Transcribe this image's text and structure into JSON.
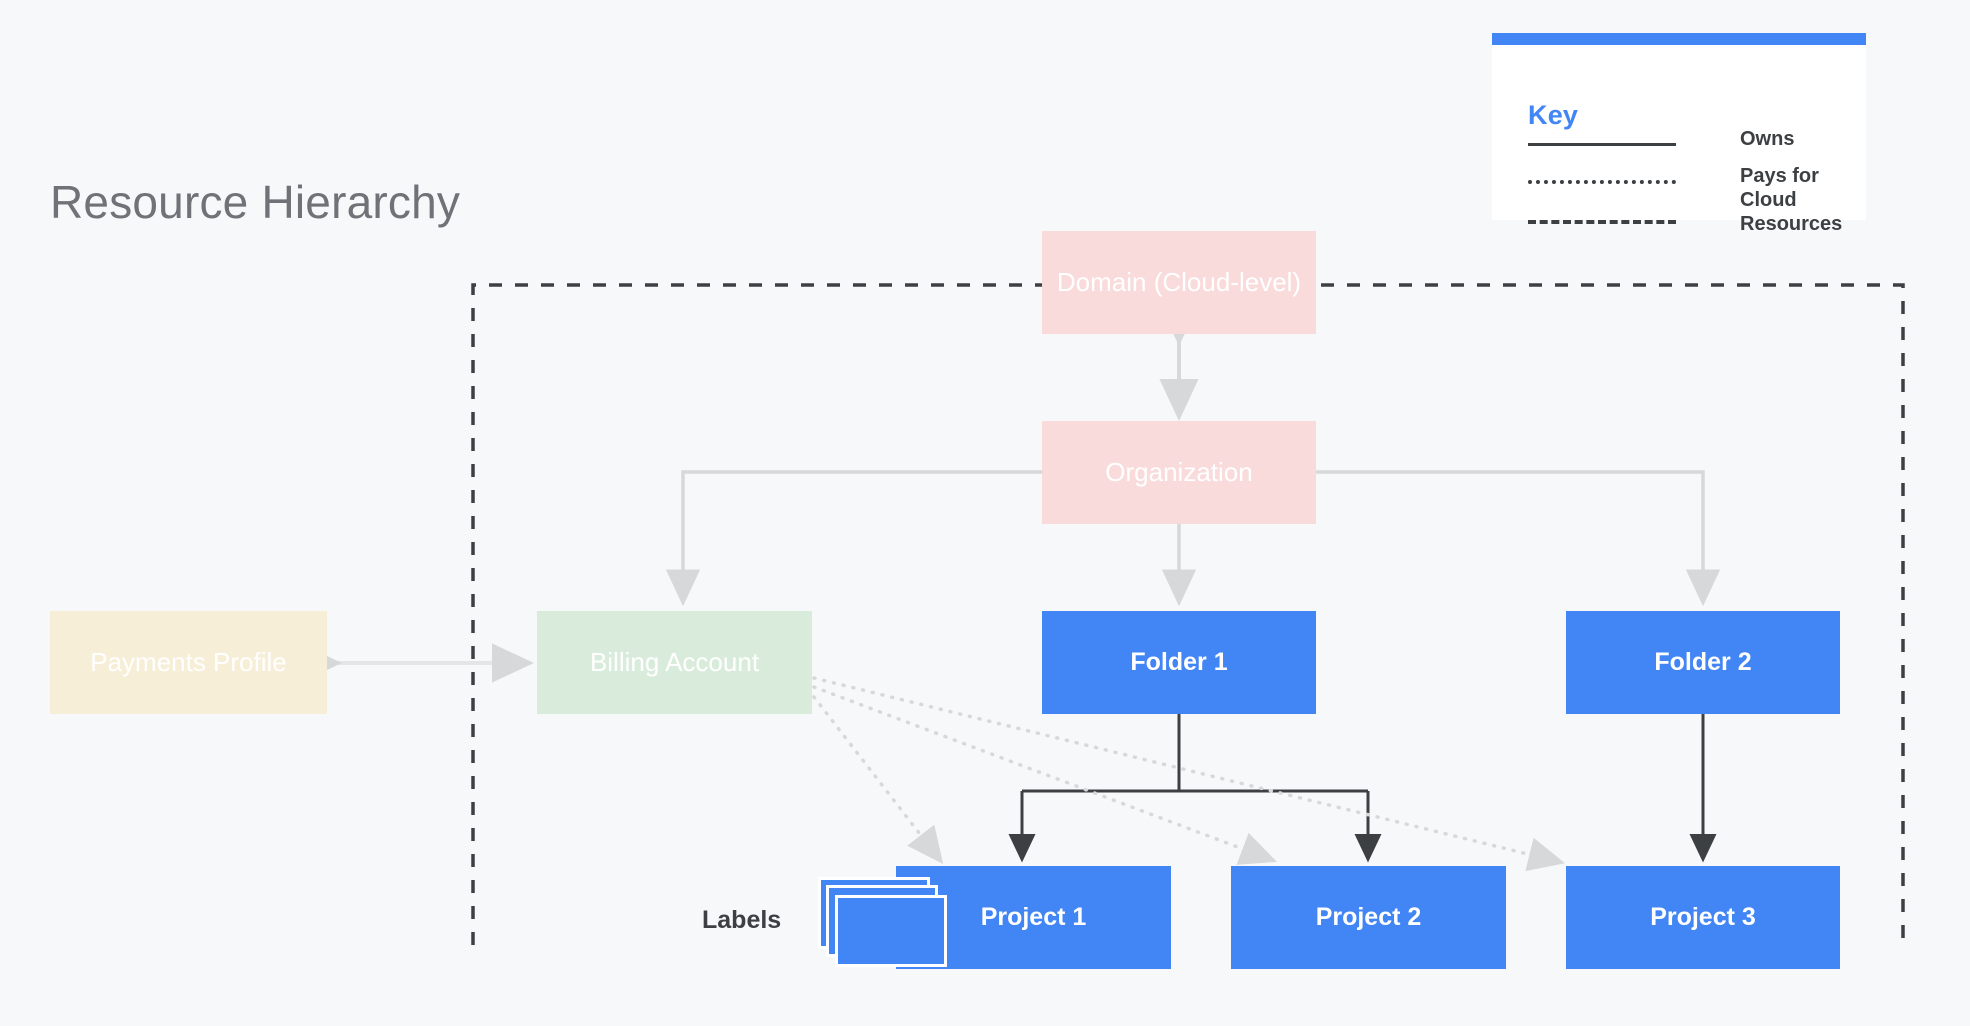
{
  "page": {
    "title": "Resource Hierarchy",
    "background": "#f7f8fa",
    "title_color": "#6f7276"
  },
  "legend": {
    "heading": "Key",
    "heading_color": "#4285f4",
    "accent_bar_color": "#4285f4",
    "items": [
      {
        "label": "Owns",
        "line_style": "solid",
        "color": "#3c4043"
      },
      {
        "label": "Pays for",
        "line_style": "dotted",
        "color": "#3c4043"
      },
      {
        "label": "Cloud Resources",
        "line_style": "dashed",
        "color": "#3c4043"
      }
    ]
  },
  "boundary": {
    "name": "Cloud Resources",
    "style": "dashed",
    "color": "#3c4043"
  },
  "labels_group": {
    "label": "Labels",
    "icon": "stacked-cards-icon",
    "color": "#4285f4"
  },
  "nodes": [
    {
      "id": "domain",
      "label": "Domain (Cloud-level)",
      "fill": "#f9dbdb",
      "text_color": "#ffffff",
      "weight": "regular"
    },
    {
      "id": "org",
      "label": "Organization",
      "fill": "#f9dbdb",
      "text_color": "#ffffff",
      "weight": "regular"
    },
    {
      "id": "payments",
      "label": "Payments Profile",
      "fill": "#f7eed7",
      "text_color": "#ffffff",
      "weight": "regular"
    },
    {
      "id": "billing",
      "label": "Billing Account",
      "fill": "#d9ecdc",
      "text_color": "#ffffff",
      "weight": "regular"
    },
    {
      "id": "folder1",
      "label": "Folder 1",
      "fill": "#4285f4",
      "text_color": "#ffffff",
      "weight": "bold"
    },
    {
      "id": "folder2",
      "label": "Folder 2",
      "fill": "#4285f4",
      "text_color": "#ffffff",
      "weight": "bold"
    },
    {
      "id": "project1",
      "label": "Project 1",
      "fill": "#4285f4",
      "text_color": "#ffffff",
      "weight": "bold"
    },
    {
      "id": "project2",
      "label": "Project 2",
      "fill": "#4285f4",
      "text_color": "#ffffff",
      "weight": "bold"
    },
    {
      "id": "project3",
      "label": "Project 3",
      "fill": "#4285f4",
      "text_color": "#ffffff",
      "weight": "bold"
    }
  ],
  "edges": [
    {
      "from": "domain",
      "to": "org",
      "relation": "Owns",
      "style": "solid-light",
      "arrows": "both"
    },
    {
      "from": "org",
      "to": "billing",
      "relation": "Owns",
      "style": "solid-light",
      "arrows": "end"
    },
    {
      "from": "org",
      "to": "folder1",
      "relation": "Owns",
      "style": "solid-light",
      "arrows": "end"
    },
    {
      "from": "org",
      "to": "folder2",
      "relation": "Owns",
      "style": "solid-light",
      "arrows": "end"
    },
    {
      "from": "payments",
      "to": "billing",
      "relation": "Pays for",
      "style": "solid-light",
      "arrows": "both"
    },
    {
      "from": "folder1",
      "to": "project1",
      "relation": "Owns",
      "style": "solid-dark",
      "arrows": "end"
    },
    {
      "from": "folder1",
      "to": "project2",
      "relation": "Owns",
      "style": "solid-dark",
      "arrows": "end"
    },
    {
      "from": "folder2",
      "to": "project3",
      "relation": "Owns",
      "style": "solid-dark",
      "arrows": "end"
    },
    {
      "from": "billing",
      "to": "project1",
      "relation": "Pays for",
      "style": "dotted",
      "arrows": "end"
    },
    {
      "from": "billing",
      "to": "project2",
      "relation": "Pays for",
      "style": "dotted",
      "arrows": "end"
    },
    {
      "from": "billing",
      "to": "project3",
      "relation": "Pays for",
      "style": "dotted",
      "arrows": "end"
    }
  ]
}
